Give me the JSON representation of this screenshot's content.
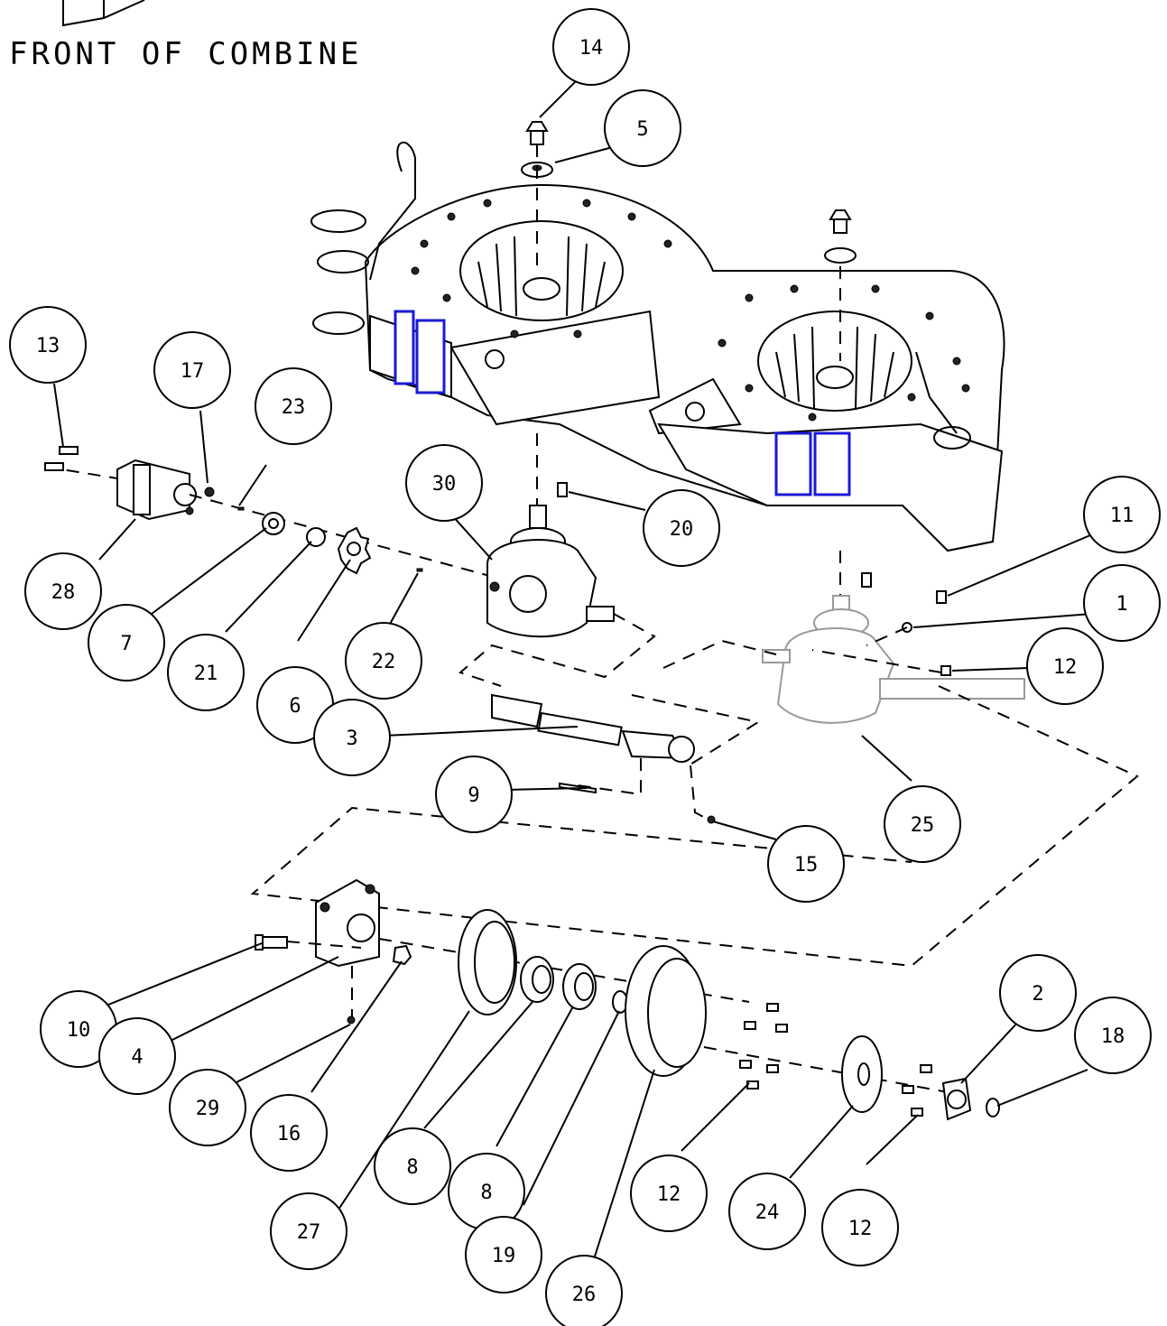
{
  "header": {
    "title": "FRONT OF COMBINE"
  },
  "footer": {
    "drawing_number": ""
  },
  "callouts": [
    "14",
    "5",
    "13",
    "17",
    "23",
    "30",
    "20",
    "11",
    "1",
    "12",
    "28",
    "7",
    "21",
    "6",
    "22",
    "3",
    "25",
    "9",
    "15",
    "10",
    "4",
    "29",
    "16",
    "27",
    "8",
    "8",
    "19",
    "26",
    "12",
    "24",
    "12",
    "2",
    "18"
  ]
}
